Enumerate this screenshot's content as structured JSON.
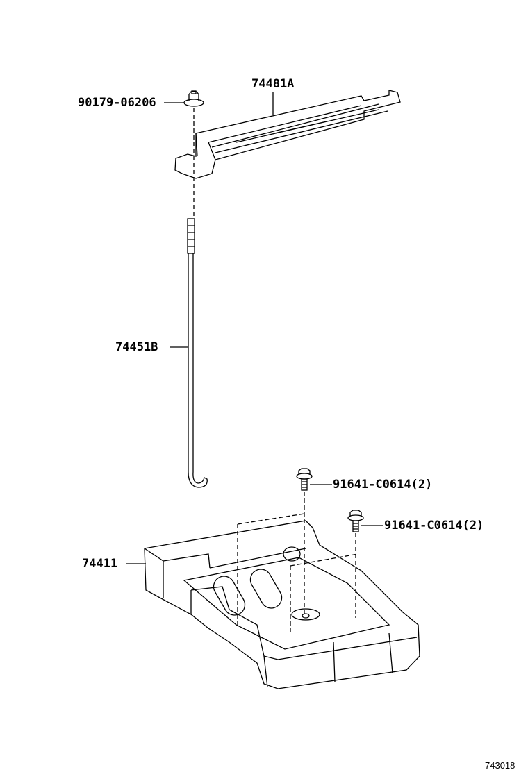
{
  "callouts": [
    {
      "id": "bracket",
      "part_number": "74481A"
    },
    {
      "id": "nut",
      "part_number": "90179-06206"
    },
    {
      "id": "rod",
      "part_number": "74451B"
    },
    {
      "id": "bolt-1",
      "part_number": "91641-C0614(2)"
    },
    {
      "id": "bolt-2",
      "part_number": "91641-C0614(2)"
    },
    {
      "id": "tray",
      "part_number": "74411"
    }
  ],
  "figure_number": "743018",
  "colors": {
    "line": "#000000",
    "background": "#ffffff"
  }
}
